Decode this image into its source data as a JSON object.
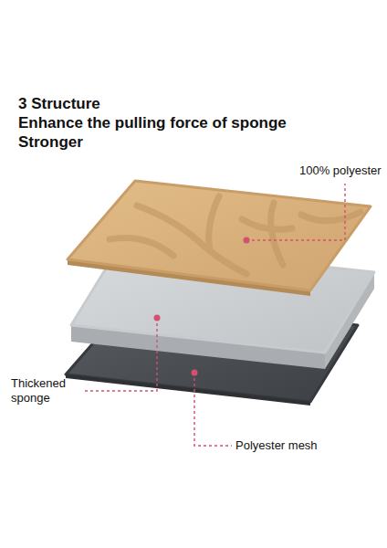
{
  "diagram": {
    "title": "3 Structure",
    "labels": [
      "Enhance the pulling force of sponge",
      "Stronger",
      "100% polyester",
      "Thickened sponge",
      "Polyester mesh"
    ]
  }
}
